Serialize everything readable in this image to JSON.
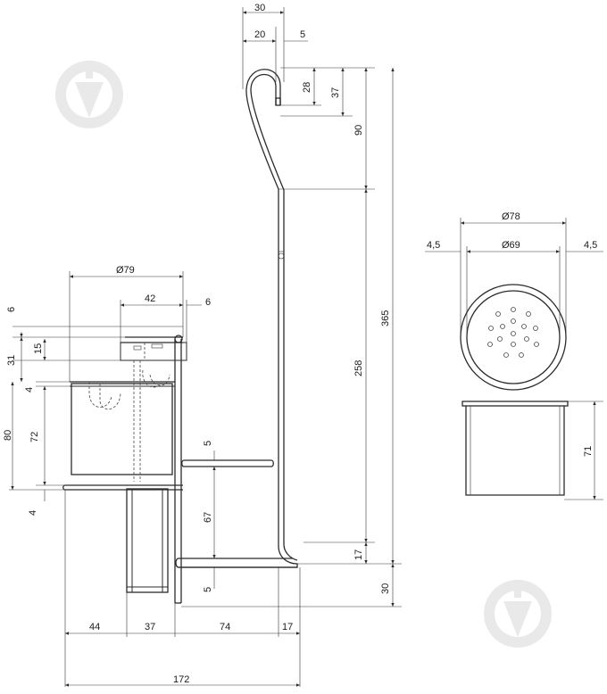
{
  "dimensions": {
    "top_30": "30",
    "top_20": "20",
    "top_5": "5",
    "hook_28": "28",
    "hook_37": "37",
    "height_90": "90",
    "height_258": "258",
    "height_365": "365",
    "height_17": "17",
    "height_30": "30",
    "cup_dia_79": "Ø79",
    "cup_42": "42",
    "cup_6": "6",
    "left_6": "6",
    "left_31": "31",
    "left_15": "15",
    "left_4_top": "4",
    "left_80": "80",
    "left_72": "72",
    "left_4_bottom": "4",
    "mid_5_top": "5",
    "mid_67": "67",
    "mid_5_bottom": "5",
    "bottom_44": "44",
    "bottom_37": "37",
    "bottom_74": "74",
    "bottom_17": "17",
    "total_172": "172",
    "right_dia_78": "Ø78",
    "right_dia_69": "Ø69",
    "right_4_5_left": "4,5",
    "right_4_5_right": "4,5",
    "right_71": "71"
  },
  "watermark": {
    "icon": "epicentr-logo-icon",
    "color": "#e9e9e9"
  }
}
